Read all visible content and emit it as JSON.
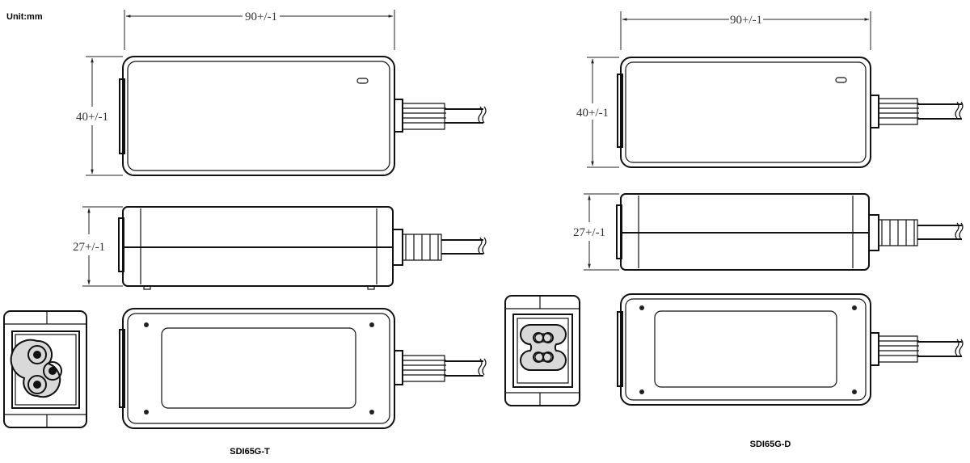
{
  "unit_label": "Unit:mm",
  "models": [
    {
      "name": "SDI65G-T",
      "length_dim": "90+/-1",
      "width_dim": "40+/-1",
      "height_dim": "27+/-1",
      "inlet": "3-pin"
    },
    {
      "name": "SDI65G-D",
      "length_dim": "90+/-1",
      "width_dim": "40+/-1",
      "height_dim": "27+/-1",
      "inlet": "2-pin"
    }
  ]
}
